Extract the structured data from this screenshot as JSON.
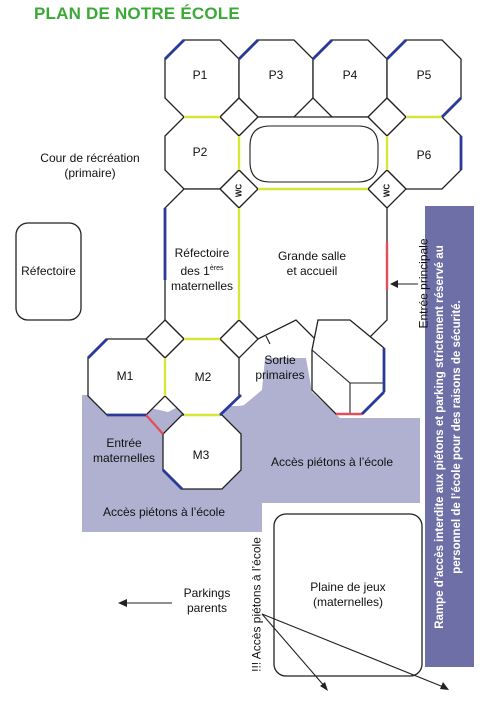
{
  "title": "PLAN DE NOTRE ÉCOLE",
  "colors": {
    "title": "#3aa935",
    "zone": "#b0b0d0",
    "zone_dark": "#6f6fa8",
    "wall": "#222222",
    "accent_blue": "#2a3a9a",
    "accent_yellow": "#d8e63a",
    "accent_red": "#e0505a"
  },
  "classrooms": {
    "p1": "P1",
    "p2": "P2",
    "p3": "P3",
    "p4": "P4",
    "p5": "P5",
    "p6": "P6",
    "m1": "M1",
    "m2": "M2",
    "m3": "M3"
  },
  "wc_left": "WC",
  "wc_right": "WC",
  "labels": {
    "cour_line1": "Cour de récréation",
    "cour_line2": "(primaire)",
    "refectoire": "Réfectoire",
    "refect_mat_line1": "Réfectoire",
    "refect_mat_line2a": "des 1",
    "refect_mat_sup": "ères",
    "refect_mat_line3": "maternelles",
    "grande_salle_line1": "Grande salle",
    "grande_salle_line2": "et accueil",
    "entree_principale": "Entrée principale",
    "sortie_line1": "Sortie",
    "sortie_line2": "primaires",
    "entree_mat_line1": "Entrée",
    "entree_mat_line2": "maternelles",
    "acces_right": "Accès piétons à l’école",
    "acces_bottom": "Accès piétons à l’école",
    "acces_vertical": "!!! Accès piétons à l’école",
    "parkings_line1": "Parkings",
    "parkings_line2": "parents",
    "plaine_line1": "Plaine de jeux",
    "plaine_line2": "(maternelles)",
    "rampe_line1": "Rampe d’accès interdite aux piétons et parking strictement réservé au",
    "rampe_line2": "personnel de l’école pour des raisons de sécurité."
  }
}
